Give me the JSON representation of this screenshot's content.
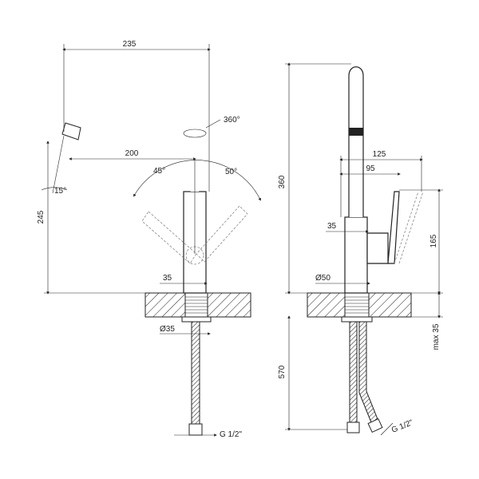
{
  "front_view": {
    "dim_overall_width": "235",
    "dim_spout_reach": "200",
    "dim_swivel": "360°",
    "dim_angle_left": "45°",
    "dim_angle_right": "50°",
    "dim_spout_tilt": "15°",
    "dim_height": "245",
    "dim_body_dia": "35",
    "dim_thread_dia": "Ø35",
    "dim_hose_thread": "G 1/2\""
  },
  "side_view": {
    "dim_total_height": "360",
    "dim_handle_reach": "125",
    "dim_handle_inner": "95",
    "dim_handle_height": "165",
    "dim_body_dia": "35",
    "dim_base_dia": "Ø50",
    "dim_counter_max": "max 35",
    "dim_hose_length": "570",
    "dim_hose_thread": "G 1/2\""
  }
}
